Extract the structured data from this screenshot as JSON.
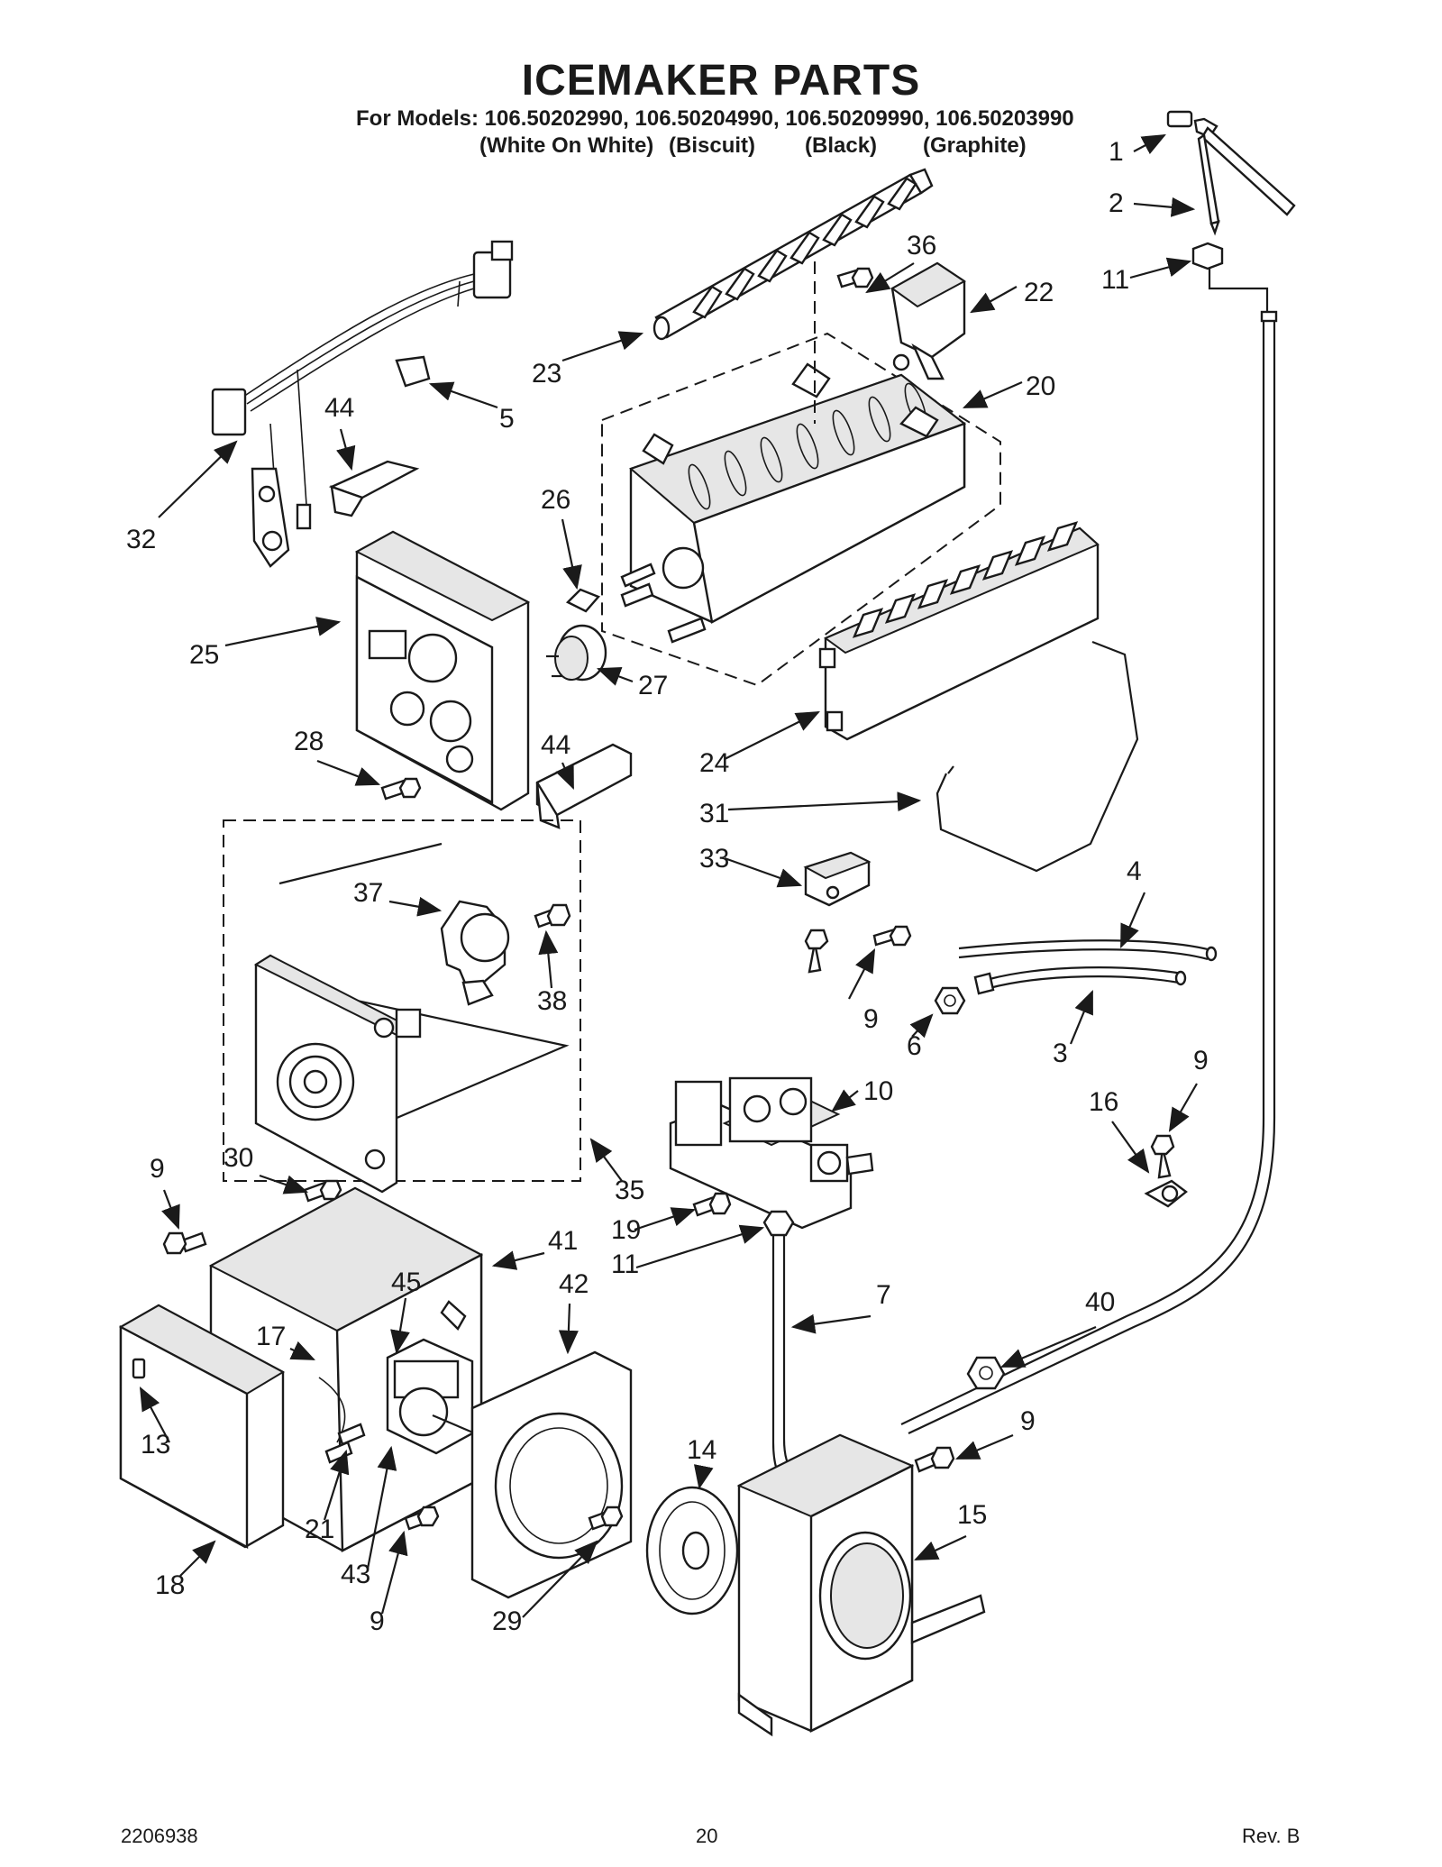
{
  "header": {
    "title": "ICEMAKER PARTS",
    "models_line": "For Models: 106.50202990, 106.50204990, 106.50209990, 106.50203990",
    "finishes": [
      "(White On White)",
      "(Biscuit)",
      "(Black)",
      "(Graphite)"
    ]
  },
  "footer": {
    "doc_number": "2206938",
    "page_number": "20",
    "revision": "Rev. B"
  },
  "callouts": [
    "1",
    "2",
    "11",
    "36",
    "22",
    "23",
    "20",
    "5",
    "44",
    "32",
    "26",
    "25",
    "27",
    "44",
    "28",
    "24",
    "31",
    "33",
    "37",
    "38",
    "4",
    "9",
    "3",
    "6",
    "10",
    "9",
    "16",
    "30",
    "35",
    "9",
    "19",
    "11",
    "41",
    "45",
    "42",
    "7",
    "40",
    "17",
    "13",
    "9",
    "14",
    "15",
    "21",
    "43",
    "9",
    "29",
    "18"
  ]
}
